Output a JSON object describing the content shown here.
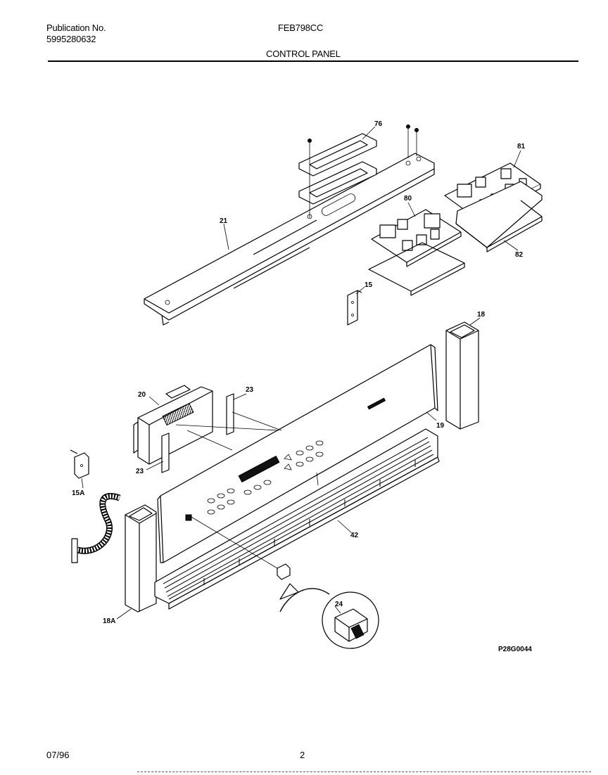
{
  "header": {
    "publication_label": "Publication No.",
    "publication_number": "5995280632",
    "model": "FEB798CC",
    "section_title": "CONTROL PANEL"
  },
  "footer": {
    "date": "07/96",
    "page": "2"
  },
  "diagram": {
    "drawing_code": "P28G0044",
    "callouts": {
      "c76": "76",
      "c81": "81",
      "c21": "21",
      "c80": "80",
      "c82": "82",
      "c15": "15",
      "c18": "18",
      "c20": "20",
      "c23a": "23",
      "c19": "19",
      "c23b": "23",
      "c15A": "15A",
      "c42": "42",
      "c24": "24",
      "c18A": "18A"
    }
  }
}
